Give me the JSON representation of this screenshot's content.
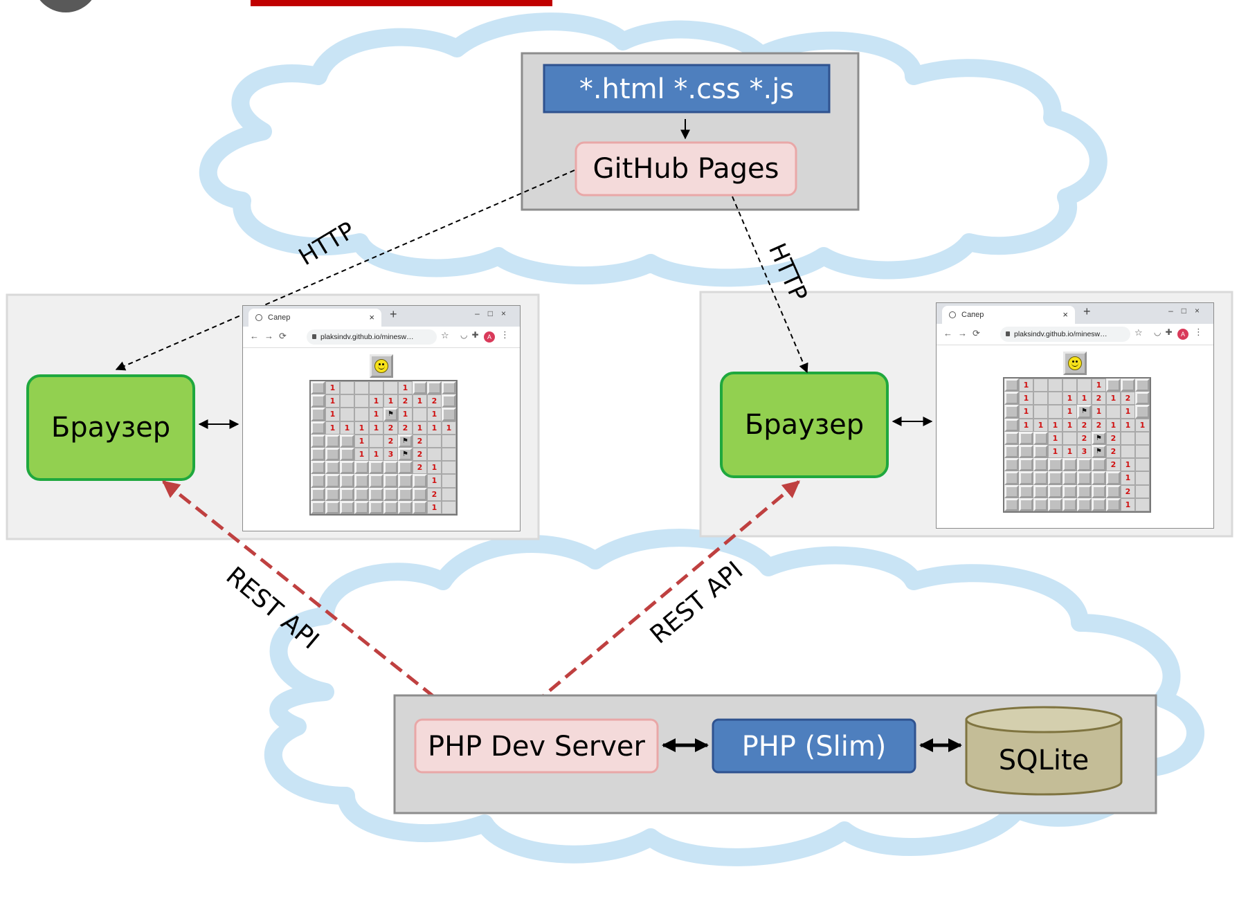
{
  "static_files": {
    "label": "*.html *.css *.js"
  },
  "github_pages": {
    "label": "GitHub Pages"
  },
  "connections": {
    "http_left": "HTTP",
    "http_right": "HTTP",
    "rest_left": "REST API",
    "rest_right": "REST API"
  },
  "clients": [
    {
      "browser_label": "Браузер",
      "window": {
        "tab_title": "Сапер",
        "url": "plaksindv.github.io/minesw…",
        "avatar_letter": "A"
      }
    },
    {
      "browser_label": "Браузер",
      "window": {
        "tab_title": "Сапер",
        "url": "plaksindv.github.io/minesw…",
        "avatar_letter": "A"
      }
    }
  ],
  "server": {
    "dev_server": "PHP Dev Server",
    "framework": "PHP (Slim)",
    "database": "SQLite"
  },
  "minesweeper_board": [
    [
      "C",
      "1",
      "",
      "",
      "",
      "",
      "1",
      "C",
      "C",
      "C"
    ],
    [
      "C",
      "1",
      "",
      "",
      "1",
      "1",
      "2",
      "1",
      "2",
      "C"
    ],
    [
      "C",
      "1",
      "",
      "",
      "1",
      "F",
      "1",
      "",
      "1",
      "C"
    ],
    [
      "C",
      "1",
      "1",
      "1",
      "1",
      "2",
      "2",
      "1",
      "1",
      "1"
    ],
    [
      "C",
      "C",
      "C",
      "1",
      "",
      "2",
      "F",
      "2",
      "",
      ""
    ],
    [
      "C",
      "C",
      "C",
      "1",
      "1",
      "3",
      "F",
      "2",
      "",
      ""
    ],
    [
      "C",
      "C",
      "C",
      "C",
      "C",
      "C",
      "C",
      "2",
      "1",
      ""
    ],
    [
      "C",
      "C",
      "C",
      "C",
      "C",
      "C",
      "C",
      "C",
      "1",
      ""
    ],
    [
      "C",
      "C",
      "C",
      "C",
      "C",
      "C",
      "C",
      "C",
      "2",
      ""
    ],
    [
      "C",
      "C",
      "C",
      "C",
      "C",
      "C",
      "C",
      "C",
      "1",
      ""
    ]
  ],
  "colors": {
    "cloud_fill": "#ffffff",
    "cloud_outline": "#c9e4f5",
    "panel_fill": "#d6d6d6",
    "panel_border": "#8c8c8c",
    "blue_box": "#4e7fbe",
    "pink_box": "#f4dada",
    "pink_border": "#e9a7a7",
    "browser_green": "#92d050",
    "browser_border": "#1fa83e",
    "database": "#c4bd97",
    "rest_arrow": "#bf4040",
    "accent_bar": "#c00000"
  }
}
